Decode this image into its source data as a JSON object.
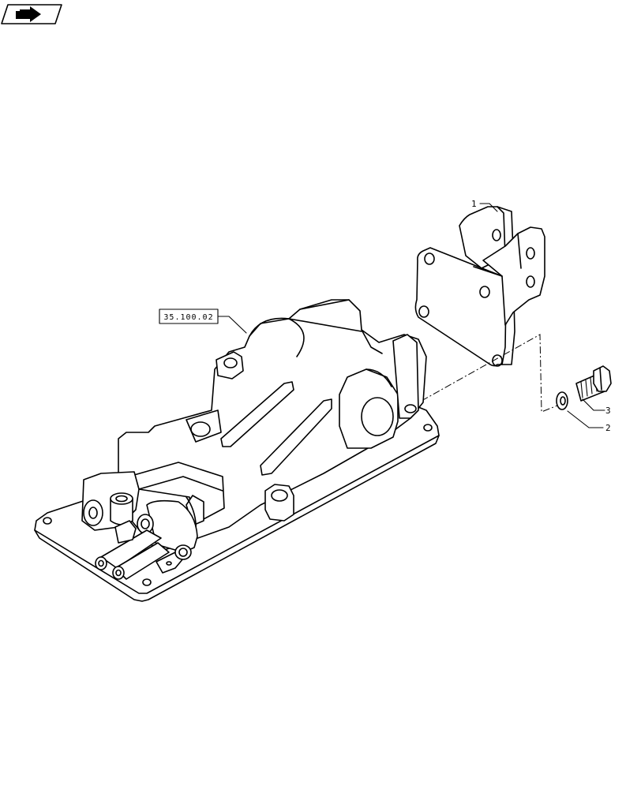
{
  "callouts": {
    "part_1": "1",
    "part_2": "2",
    "part_3": "3",
    "reference": "35.100.02"
  },
  "icons": {
    "corner": "navigation-arrow-icon"
  }
}
